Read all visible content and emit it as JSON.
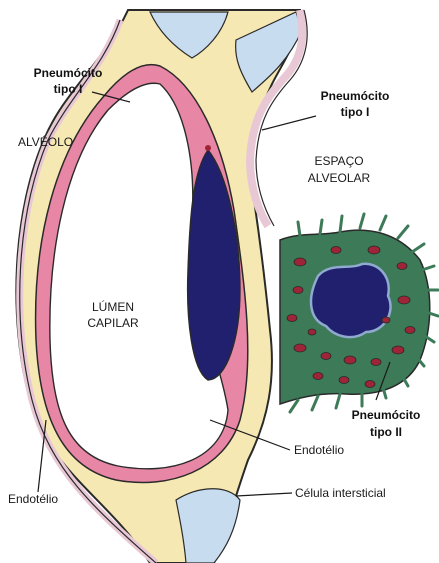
{
  "labels": {
    "pneumocito_tipo1_left_l1": "Pneumócito",
    "pneumocito_tipo1_left_l2": "tipo I",
    "pneumocito_tipo1_right_l1": "Pneumócito",
    "pneumocito_tipo1_right_l2": "tipo I",
    "alveolo": "ALVÉOLO",
    "espaco_alveolar_l1": "ESPAÇO",
    "espaco_alveolar_l2": "ALVEOLAR",
    "lumen_capilar_l1": "LÚMEN",
    "lumen_capilar_l2": "CAPILAR",
    "pneumocito_tipo2_l1": "Pneumócito",
    "pneumocito_tipo2_l2": "tipo II",
    "endotelio_right": "Endotélio",
    "endotelio_left": "Endotélio",
    "celula_intersticial": "Célula intersticial"
  },
  "colors": {
    "interstitium": "#f6e8b2",
    "capillary_endothelium": "#e886a6",
    "pneumocyte_membrane": "#e9c8d6",
    "nucleus": "#20206e",
    "type2_cell": "#3d7a58",
    "lamellar_body": "#9e2438",
    "blue_space": "#c7dcef",
    "outline": "#2a2a2a"
  }
}
